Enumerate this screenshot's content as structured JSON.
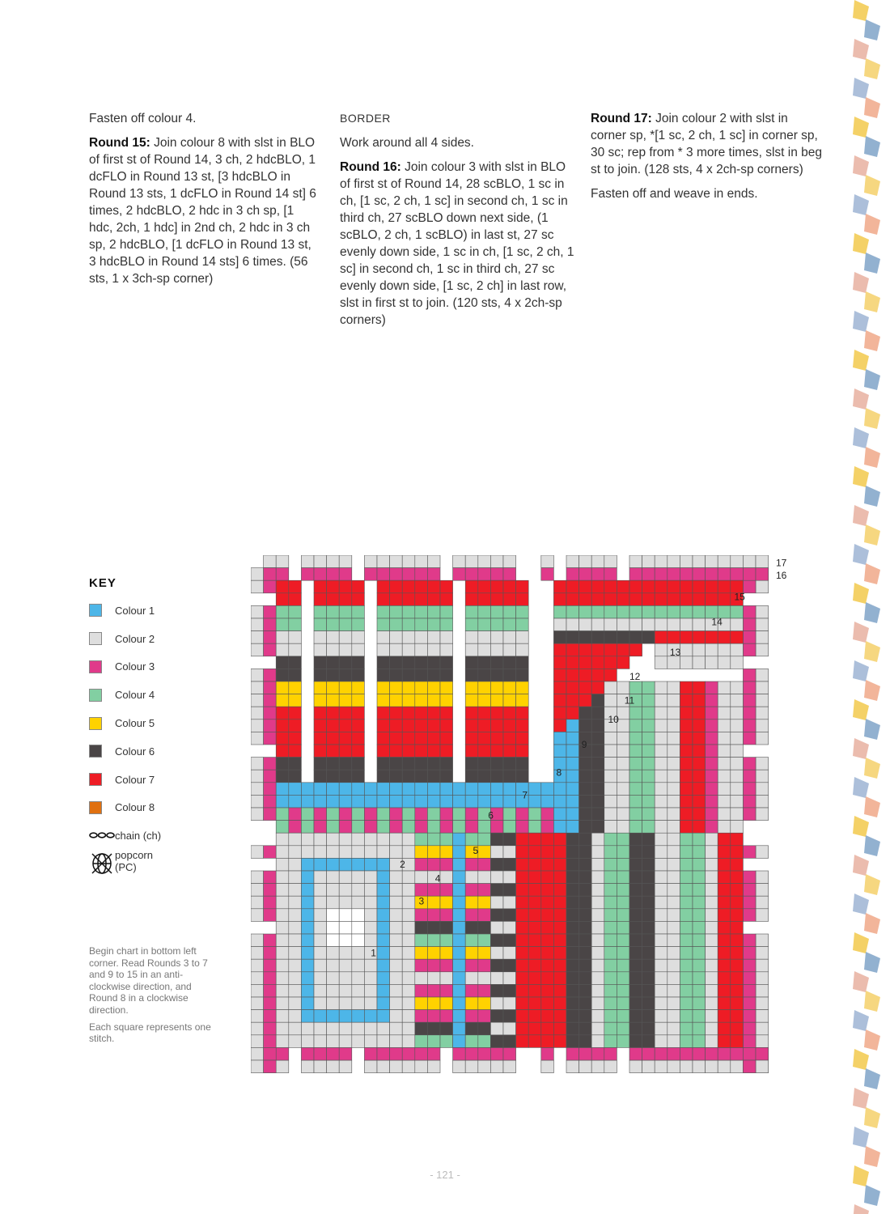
{
  "columns": {
    "col1": {
      "fasten_off": "Fasten off colour 4.",
      "round15_label": "Round 15:",
      "round15_text": "Join colour 8 with slst in BLO of first st of Round 14, 3 ch, 2 hdcBLO, 1 dcFLO in Round 13 st, [3 hdcBLO in Round 13 sts, 1 dcFLO in Round 14 st] 6 times, 2 hdcBLO, 2 hdc in 3 ch sp, [1 hdc, 2ch, 1 hdc] in 2nd ch, 2 hdc in 3 ch sp, 2 hdcBLO, [1 dcFLO in Round 13 st, 3 hdcBLO in Round 14 sts] 6 times. (56 sts, 1 x 3ch-sp corner)"
    },
    "col2": {
      "heading": "BORDER",
      "intro": "Work around all 4 sides.",
      "round16_label": "Round 16:",
      "round16_text": "Join colour 3 with slst in BLO of first st of Round 14, 28 scBLO, 1 sc in ch, [1 sc, 2 ch, 1 sc] in second ch, 1 sc in third ch, 27 scBLO down next side, (1 scBLO, 2 ch, 1 scBLO) in last st, 27 sc evenly down side, 1 sc in ch, [1 sc, 2 ch, 1 sc] in second ch, 1 sc in third ch, 27 sc evenly down side, [1 sc, 2 ch] in last row, slst in first st to join. (120 sts, 4 x 2ch-sp corners)"
    },
    "col3": {
      "round17_label": "Round 17:",
      "round17_text": "Join colour 2 with slst in corner sp, *[1 sc, 2 ch, 1 sc] in corner sp, 30 sc; rep from * 3 more times, slst in beg st to join. (128 sts, 4 x 2ch-sp corners)",
      "fasten_off": "Fasten off and weave in ends."
    }
  },
  "key": {
    "title": "KEY",
    "colours": [
      {
        "label": "Colour 1",
        "color": "#4DB6E8"
      },
      {
        "label": "Colour 2",
        "color": "#DEDEDE"
      },
      {
        "label": "Colour 3",
        "color": "#E03A8A"
      },
      {
        "label": "Colour 4",
        "color": "#82CFA2"
      },
      {
        "label": "Colour 5",
        "color": "#FFD200"
      },
      {
        "label": "Colour 6",
        "color": "#4A4546"
      },
      {
        "label": "Colour 7",
        "color": "#EE1C25"
      },
      {
        "label": "Colour 8",
        "color": "#E07010"
      }
    ],
    "chain_label": "chain (ch)",
    "chain_icon": "chain-icon",
    "popcorn_label_1": "popcorn",
    "popcorn_label_2": "(PC)",
    "popcorn_icon": "popcorn-icon"
  },
  "notes": {
    "line1": "Begin chart in bottom left corner. Read Rounds 3 to 7 and 9 to 15 in an anti-clockwise direction, and Round 8 in a clockwise direction.",
    "line2": "Each square represents one stitch."
  },
  "chart": {
    "round_labels": [
      "1",
      "2",
      "3",
      "4",
      "5",
      "6",
      "7",
      "8",
      "9",
      "10",
      "11",
      "12",
      "13",
      "14",
      "15",
      "16",
      "17"
    ]
  },
  "page_number": "- 121 -"
}
